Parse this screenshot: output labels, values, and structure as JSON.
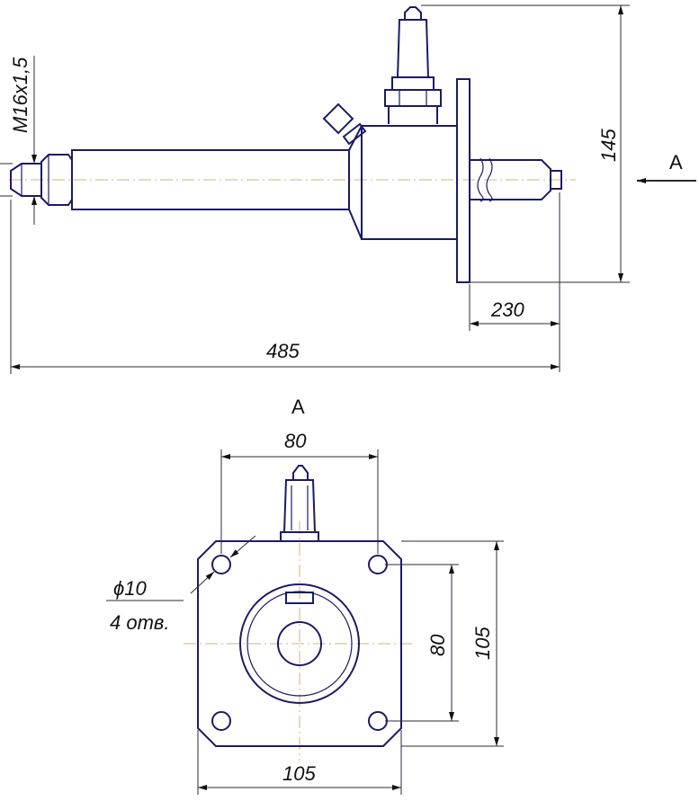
{
  "side_view": {
    "thread_label": "M16x1,5",
    "height_dim": "145",
    "flange_dim": "230",
    "length_dim": "485",
    "view_arrow_label": "A"
  },
  "front_view": {
    "title": "A",
    "top_width_dim": "80",
    "hole_dim": "ϕ10",
    "hole_count": "4 отв.",
    "inner_height_dim": "80",
    "outer_height_dim": "105",
    "bottom_width_dim": "105"
  },
  "colors": {
    "outline": "#1b1b66",
    "centerline": "#d8b27a",
    "dimension": "#2a2a3a"
  }
}
